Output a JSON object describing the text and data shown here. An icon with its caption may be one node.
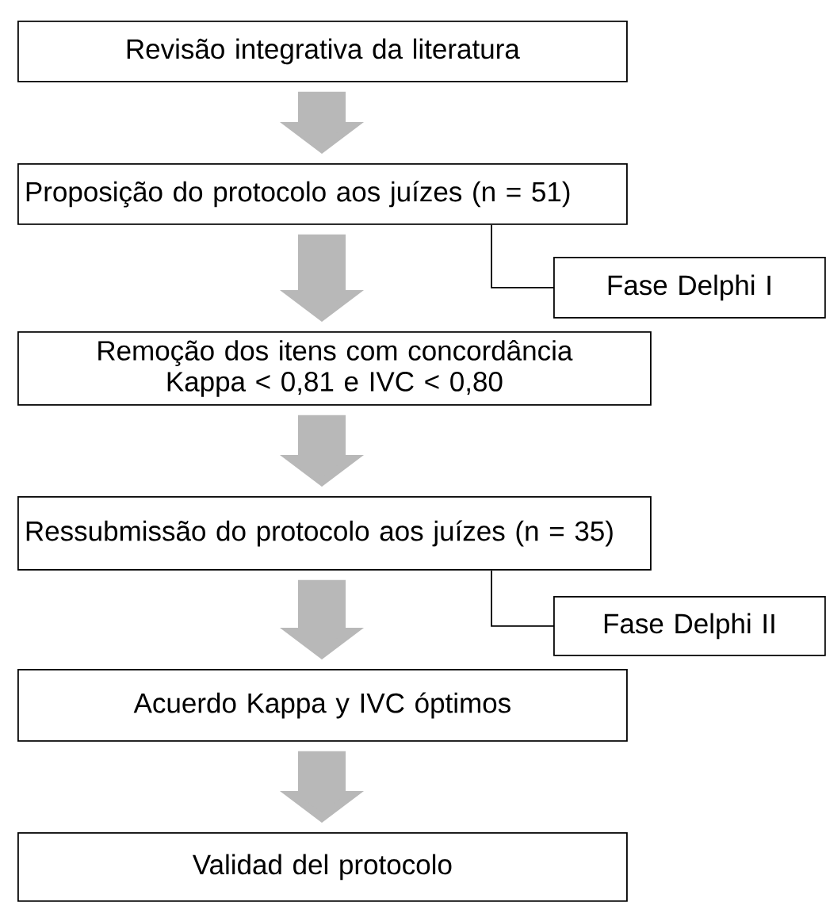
{
  "diagram": {
    "nodes": [
      {
        "text": [
          "Revisão integrativa da literatura"
        ]
      },
      {
        "text": [
          "Proposição do protocolo aos juízes  (n = 51)"
        ]
      },
      {
        "text": [
          "Fase Delphi I"
        ]
      },
      {
        "text": [
          "Remoção dos itens com concordância  Kappa < 0,81 e IVC < 0,80"
        ]
      },
      {
        "text": [
          "Ressubmissão do protocolo aos juízes (n = 35)"
        ]
      },
      {
        "text": [
          "Fase Delphi II"
        ]
      },
      {
        "text": [
          "Acuerdo Kappa y IVC óptimos"
        ]
      },
      {
        "text": [
          "Validad del protocolo"
        ]
      }
    ],
    "edges": [
      {
        "from": 0,
        "to": 1,
        "arrow": "to"
      },
      {
        "from": 1,
        "to": 2,
        "arrow": "none",
        "color": "#000000"
      },
      {
        "from": 1,
        "to": 3,
        "arrow": "to"
      },
      {
        "from": 3,
        "to": 4,
        "arrow": "to"
      },
      {
        "from": 4,
        "to": 5,
        "arrow": "none",
        "color": "#000000"
      },
      {
        "from": 4,
        "to": 6,
        "arrow": "to"
      },
      {
        "from": 6,
        "to": 7,
        "arrow": "to"
      }
    ]
  }
}
